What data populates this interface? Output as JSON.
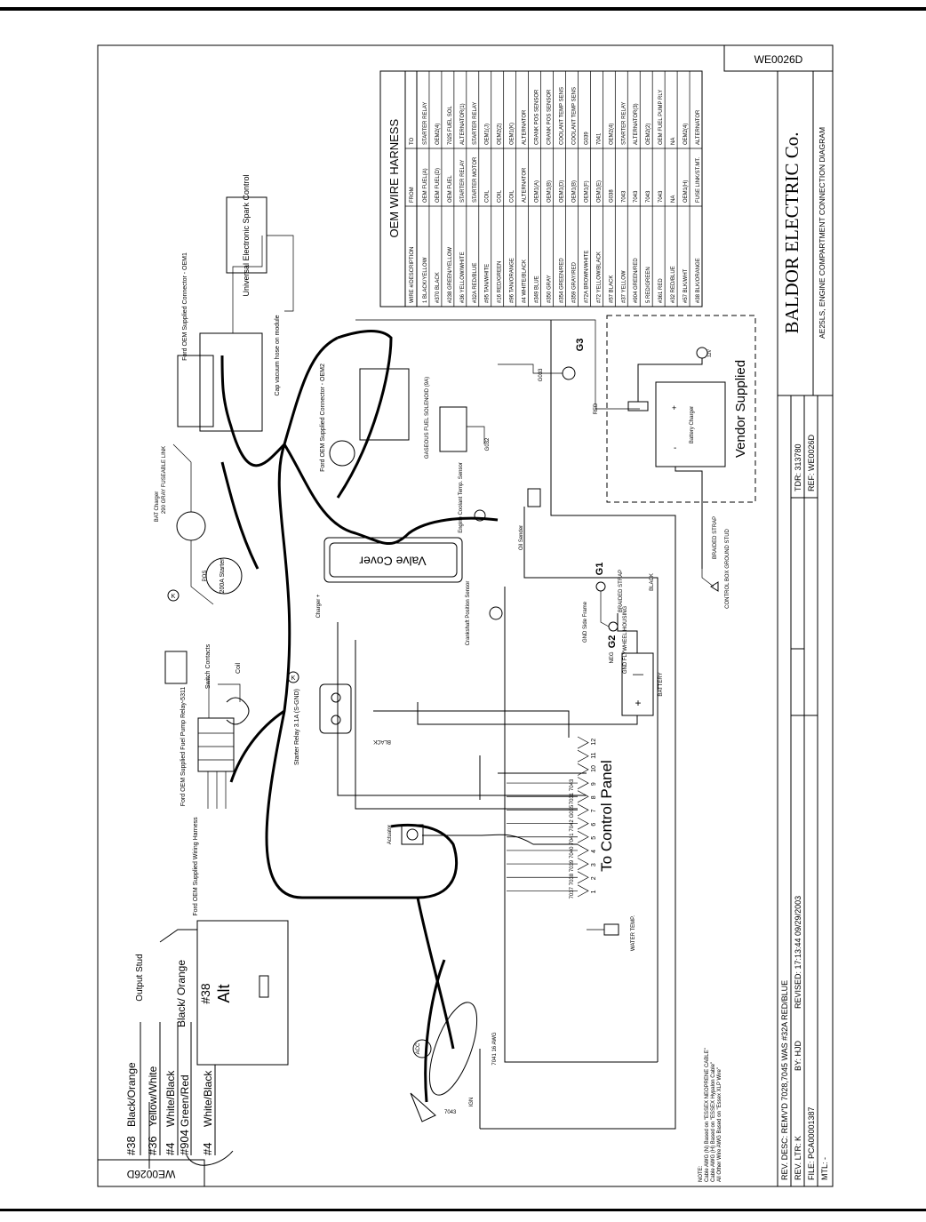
{
  "drawing_number": "WE0026D",
  "company": "BALDOR  ELECTRIC  Co.",
  "drawing_title": "AE25LS, ENGINE COMPARTMENT CONNECTION DIAGRAM",
  "title_block": {
    "rev_desc": "REV. DESC: REMV'D 7028,7045 WAS #32A RED/BLUE",
    "rev_ltr": "REV. LTR:  K",
    "by": "BY:  HJD",
    "revised": "REVISED: 17:13:44  09/29/2003",
    "tdr": "TDR: 313780",
    "file": "FILE: PCA00001387",
    "ref": "REF: WE0026D",
    "mtl": "MTL: -"
  },
  "oem_table": {
    "title": "OEM  WIRE  HARNESS",
    "headers": [
      "WIRE #/DESCRIPTION",
      "FROM",
      "TO"
    ],
    "rows": [
      [
        "1  BLACK/YELLOW",
        "OEM FUEL(A)",
        "STARTER RELAY"
      ],
      [
        "#370  BLACK",
        "OEM FUEL(D)",
        "OEM2(4)"
      ],
      [
        "#238  GREEN/YELLOW",
        "OEM FUEL",
        "7025 FUEL SOL"
      ],
      [
        "#36  YELLOW/WHITE",
        "STARTER RELAY",
        "ALTERNATOR(1)"
      ],
      [
        "#32A  RED/BLUE",
        "STARTER MOTOR",
        "STARTER RELAY"
      ],
      [
        "#95  TAN/WHITE",
        "COIL",
        "OEM1(J)"
      ],
      [
        "#16  RED/GREEN",
        "COIL",
        "OEM2(2)"
      ],
      [
        "#96  TAN/ORANGE",
        "COIL",
        "OEM1(K)"
      ],
      [
        "#4  WHITE/BLACK",
        "ALTERNATOR",
        "ALTERNATOR"
      ],
      [
        "#349  BLUE",
        "OEM1(A)",
        "CRANK POS SENSOR"
      ],
      [
        "#350  GRAY",
        "OEM1(B)",
        "CRANK POS SENSOR"
      ],
      [
        "#354  GREEN/RED",
        "OEM1(D)",
        "COOLANT TEMP SENS"
      ],
      [
        "#359  GRAY/RED",
        "OEM1(B)",
        "COOLANT TEMP SENS"
      ],
      [
        "#72A  BROWN/WHITE",
        "OEM1(F)",
        "G039"
      ],
      [
        "#72  YELLOW/BLACK",
        "OEM1(E)",
        "7041"
      ],
      [
        "#57  BLACK",
        "G038",
        "OEM2(4)"
      ],
      [
        "#37  YELLOW",
        "7043",
        "STARTER RELAY"
      ],
      [
        "#904  GREEN/RED",
        "7043",
        "ALTERNATOR(3)"
      ],
      [
        "5  RED/GREEN",
        "7043",
        "OEM2(2)"
      ],
      [
        "#361  RED",
        "7043",
        "OEM FUEL PUMP RLY"
      ],
      [
        "#32  RED/BLUE",
        "NA",
        "NA"
      ],
      [
        "#57  BLK/WHT",
        "OEM1(H)",
        "OEM2(4)"
      ],
      [
        "#38  BLK/ORANGE",
        "FUSE LINK/ST.MT.",
        "ALTERNATOR"
      ]
    ]
  },
  "alternator": {
    "label": "Alt",
    "wire_label": "#38",
    "stud_wire": "Black/ Orange",
    "output_stud": "Output Stud",
    "wires": [
      {
        "num": "#38",
        "color": "Black/Orange"
      },
      {
        "num": "#36",
        "color": "Yellow/White"
      },
      {
        "num": "#4",
        "color": "White/Black"
      },
      {
        "num": "#904",
        "color": "Green/Red"
      },
      {
        "num": "#4",
        "color": "White/Black"
      }
    ]
  },
  "labels": {
    "ford_wiring_harness": "Ford OEM Supplied Wiring Harness",
    "fuel_pump_relay": "Ford OEM Supplied Fuel Pump Relay-5311",
    "starter_relay": "Starter Relay 3.1A (S-GND)",
    "switch_contacts": "Switch Contacts",
    "coil": "Coil",
    "starter": "200A Starter",
    "bat_charger": "BAT Charger",
    "fuseable_link": "290 GRAY FUSEABLE LINK",
    "pos": "POS",
    "valve_cover": "Valve Cover",
    "ford_connector_oem1": "Ford OEM Supplied Connector - OEM1",
    "ford_connector_oem2": "Ford OEM Supplied Connector - OEM2",
    "vacuum_hose": "Cap vacuum hose on module",
    "spark_control": "Universal Electronic Spark Control",
    "fuel_solenoid": "GASEOUS FUEL SOLENOID (9A)",
    "vendor_supplied": "Vendor Supplied",
    "battery_charger": "Battery Charger",
    "battery": "BATTERY",
    "oil_sender": "Oil Sender",
    "crankshaft_sensor": "Crankshaft Position Sensor",
    "coolant_sensor": "Engine Coolant Temp. Sensor",
    "g1": "G1",
    "g2": "G2",
    "g3": "G3",
    "gnd_side_frame": "GND Side Frame",
    "gnd_flywheel": "GND FLYWHEEL HOUSING",
    "braided_strap": "BRAIDED STRAP",
    "control_box_ground": "CONTROL BOX GROUND STUD",
    "to_control_panel": "To Control Panel",
    "actuator": "Actuator",
    "water_temp": "WATER TEMP.",
    "black": "BLACK",
    "red": "RED",
    "neg": "NEG",
    "awg16": "7041  16 AWG",
    "wire_7043": "7043",
    "acc": "ACC",
    "ign": "IGN",
    "fuse_12v": "12V",
    "charger_plus": "Charger +",
    "g033": "G033",
    "g032": "G032"
  },
  "control_panel_wires": [
    "7037",
    "7038",
    "7039",
    "7040",
    "7041",
    "7042",
    "G035",
    "7031",
    "7043"
  ],
  "terminal_numbers": [
    "1",
    "2",
    "3",
    "4",
    "5",
    "6",
    "7",
    "8",
    "9",
    "10",
    "11",
    "12"
  ],
  "note": {
    "line1": "NOTE:",
    "line2": "Cable AWG (N) Based on \"ESSEX NEOPRENE CABLE\"",
    "line3": "Cable AWG (H) Based on \"ESSEX Hypalon Cable\"",
    "line4": "All Other Wire AWG Based on \"Essex XLP Wire\""
  }
}
